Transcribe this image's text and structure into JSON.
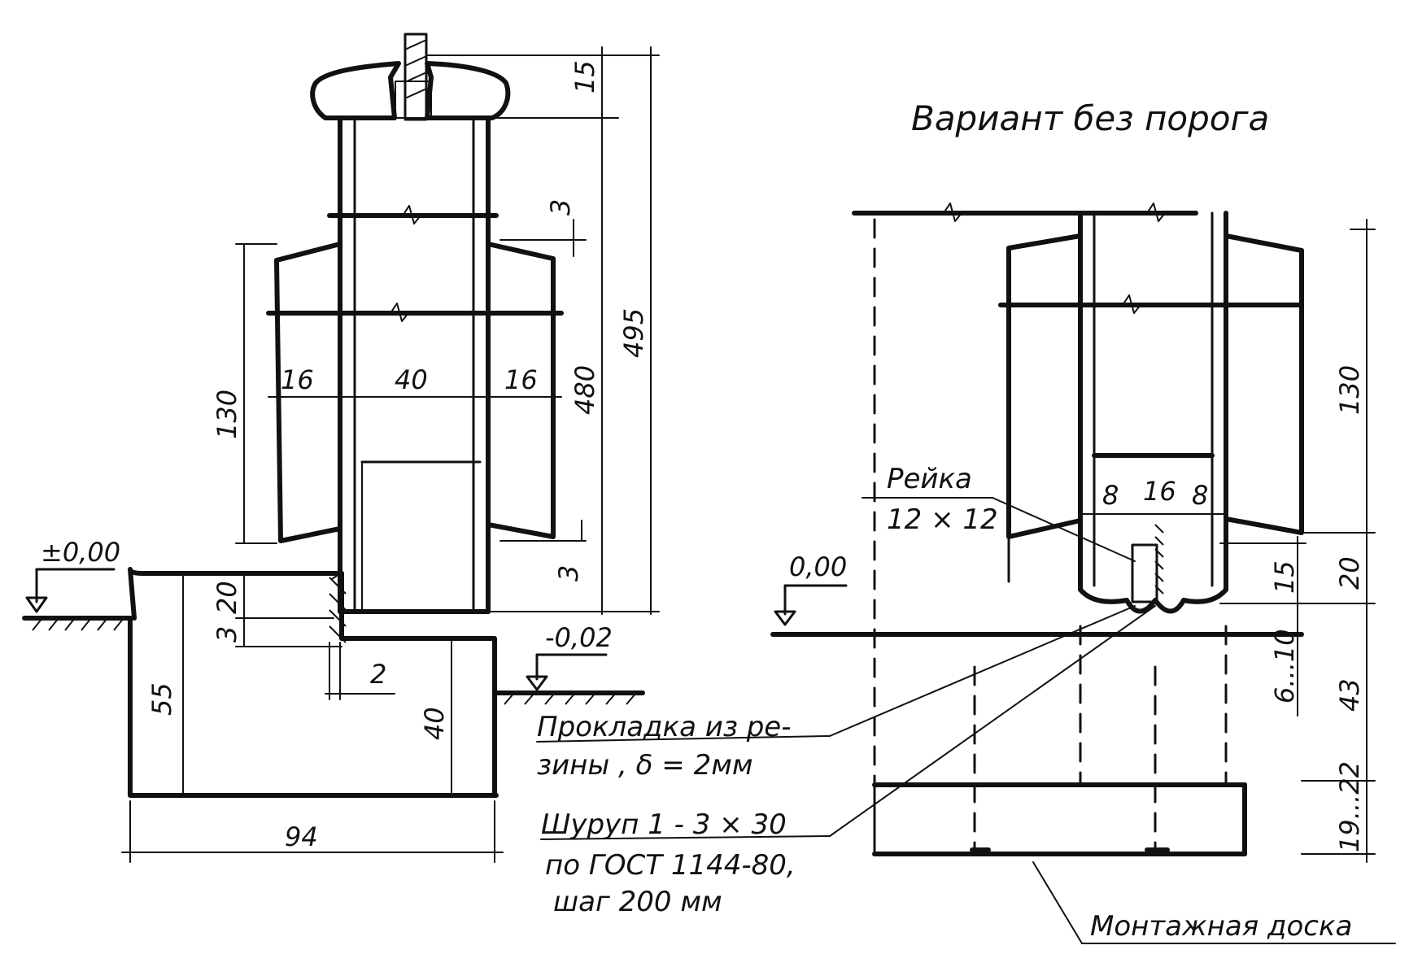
{
  "title": "Вариант без порога",
  "levels": {
    "zero": "±0,00",
    "minus": "-0,02",
    "zero_right": "0,00"
  },
  "left_dims": {
    "d15": "15",
    "d495": "495",
    "d3_top": "3",
    "d130": "130",
    "d480": "480",
    "d16_left": "16",
    "d40_top": "40",
    "d16_right": "16",
    "d3_bottom": "3",
    "d20": "20",
    "d3_small": "3",
    "d2": "2",
    "d55": "55",
    "d40_side": "40",
    "d94": "94"
  },
  "right_dims": {
    "d130": "130",
    "d8_left": "8",
    "d16": "16",
    "d8_right": "8",
    "d15": "15",
    "d20": "20",
    "d6_10": "6...10",
    "d43": "43",
    "d19_22": "19...22"
  },
  "labels": {
    "reika_1": "Рейка",
    "reika_2": "12 × 12",
    "gasket_1": "Прокладка из ре-",
    "gasket_2": "зины , δ = 2мм",
    "screw_1": "Шуруп 1 - 3 × 30",
    "screw_2": "по ГОСТ 1144-80,",
    "screw_3": "шаг 200 мм",
    "board": "Монтажная доска"
  }
}
